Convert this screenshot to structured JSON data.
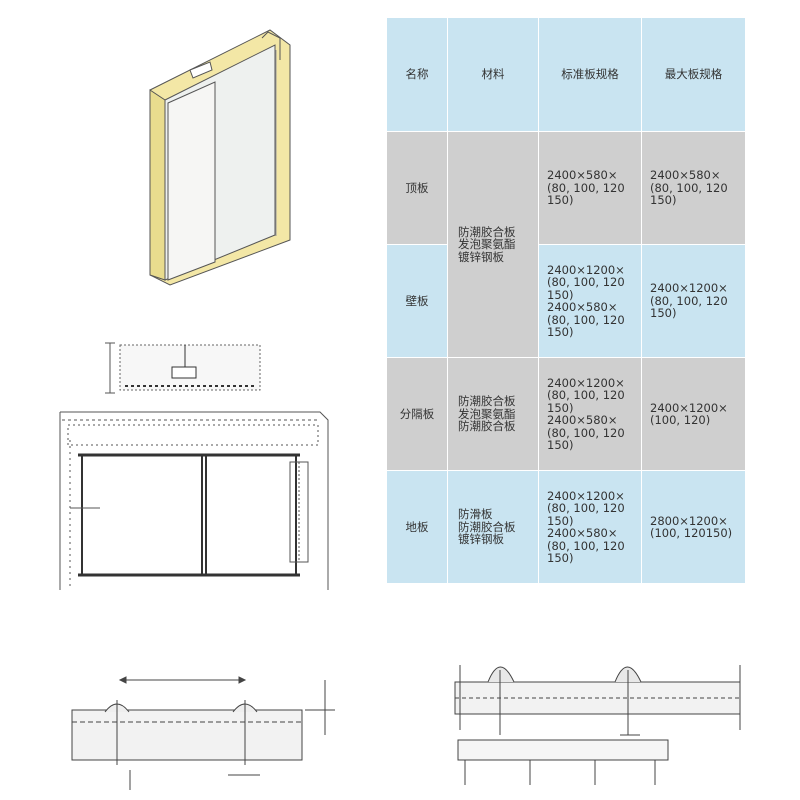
{
  "table": {
    "headers": [
      "名称",
      "材料",
      "标准板规格",
      "最大板规格"
    ],
    "rows": [
      {
        "name": "顶板",
        "standard": [
          "2400×580×",
          "(80, 100, 120",
          "150)"
        ],
        "max": [
          "2400×580×",
          "(80, 100, 120",
          "150)"
        ]
      },
      {
        "name": "壁板",
        "standard": [
          "2400×1200×",
          "(80, 100, 120",
          "150)",
          "2400×580×",
          "(80, 100, 120",
          "150)"
        ],
        "max": [
          "2400×1200×",
          "(80, 100, 120",
          "150)"
        ]
      },
      {
        "name": "分隔板",
        "material": [
          "防潮胶合板",
          "发泡聚氨酯",
          "防潮胶合板"
        ],
        "standard": [
          "2400×1200×",
          "(80, 100, 120",
          "150)",
          "2400×580×",
          "(80, 100, 120",
          "150)"
        ],
        "max": [
          "2400×1200×",
          "(100, 120)"
        ]
      },
      {
        "name": "地板",
        "material": [
          "防滑板",
          "防潮胶合板",
          "镀锌钢板"
        ],
        "standard": [
          "2400×1200×",
          "(80, 100, 120",
          "150)",
          "2400×580×",
          "(80, 100, 120",
          "150)"
        ],
        "max": [
          "2800×1200×",
          "(100, 120150)"
        ]
      }
    ],
    "shared_material": [
      "防潮胶合板",
      "发泡聚氨酯",
      "镀锌钢板"
    ]
  },
  "colors": {
    "blue": "#c9e4f1",
    "gray": "#cfcfcf",
    "panel_yellow": "#f3e7a6",
    "panel_white": "#eef1ef"
  }
}
